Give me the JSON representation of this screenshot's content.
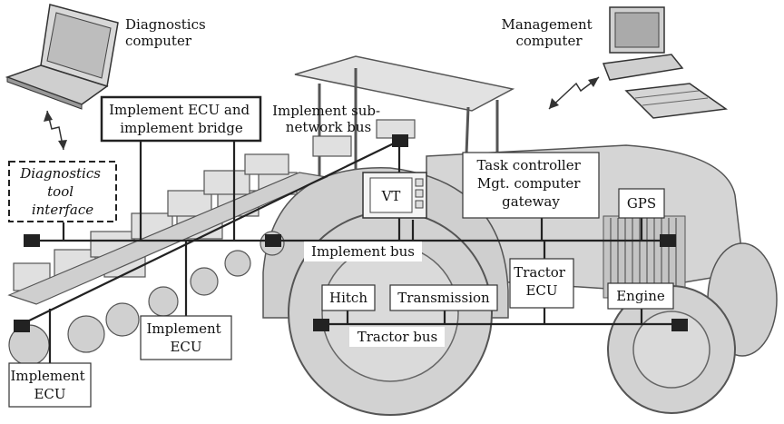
{
  "diagram": {
    "labels": {
      "diagnostics_computer": [
        "Diagnostics",
        "computer"
      ],
      "management_computer": [
        "Management",
        "computer"
      ],
      "implement_ecu_bridge": [
        "Implement ECU and",
        "implement bridge"
      ],
      "implement_subnetwork_bus": [
        "Implement sub-",
        "network bus"
      ],
      "diagnostics_tool_interface": [
        "Diagnostics",
        "tool",
        "interface"
      ],
      "task_controller": [
        "Task controller",
        "Mgt. computer",
        "gateway"
      ],
      "vt": "VT",
      "gps": "GPS",
      "implement_bus": "Implement bus",
      "tractor_ecu": [
        "Tractor",
        "ECU"
      ],
      "hitch": "Hitch",
      "transmission": "Transmission",
      "engine": "Engine",
      "tractor_bus": "Tractor bus",
      "implement_ecu_middle": [
        "Implement",
        "ECU"
      ],
      "implement_ecu_left": [
        "Implement",
        "ECU"
      ]
    }
  }
}
